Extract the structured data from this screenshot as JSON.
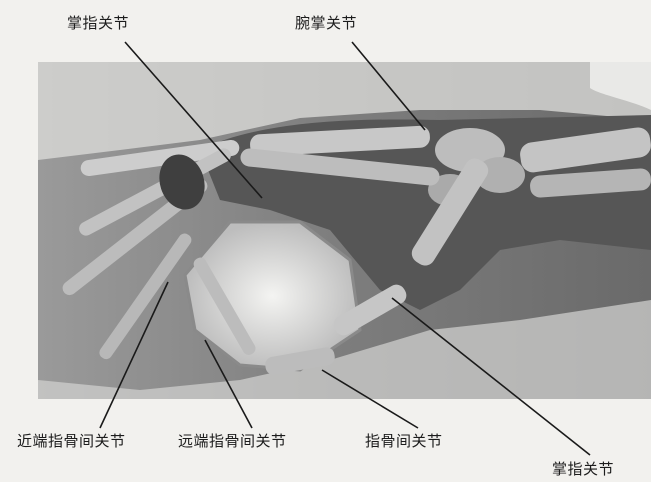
{
  "labels": {
    "top_left": "掌指关节",
    "top_right": "腕掌关节",
    "bottom_1": "近端指骨间关节",
    "bottom_2": "远端指骨间关节",
    "bottom_3": "指骨间关节",
    "bottom_right": "掌指关节"
  },
  "colors": {
    "background": "#f2f1ee",
    "xray_dark": "#5a5a5a",
    "bone": "#c9c9c9",
    "leader_line": "#1a1a1a"
  }
}
